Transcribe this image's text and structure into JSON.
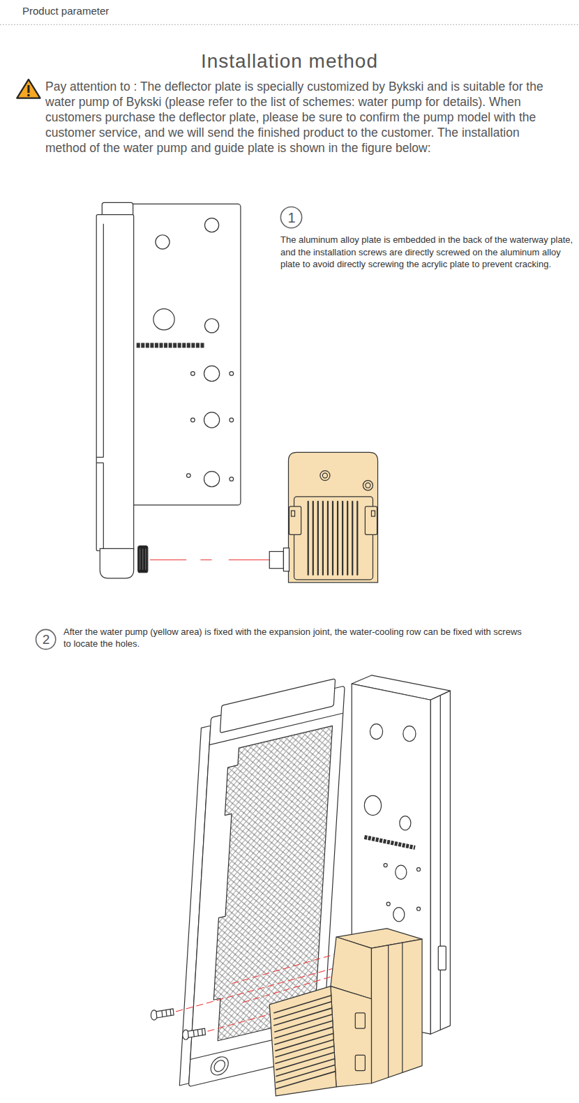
{
  "diagram": {
    "title": "Installation method",
    "labels": [
      "Product parameter",
      "Pay attention to : The deflector plate is specially customized by Bykski and is suitable for the water pump of Bykski (please refer to the list of schemes: water pump for details). When customers purchase the deflector plate, please be sure to confirm the pump model with the customer service, and we will send the finished product to the customer. The installation method of the water pump and guide plate is shown in the figure below:",
      "1",
      "The aluminum alloy plate is embedded in the back of the waterway plate, and the installation screws are directly screwed on the aluminum alloy plate to avoid directly screwing the acrylic plate to prevent cracking.",
      "2",
      "After the water pump (yellow area) is fixed with the expansion joint, the water-cooling row can be fixed with screws to locate the holes."
    ]
  }
}
